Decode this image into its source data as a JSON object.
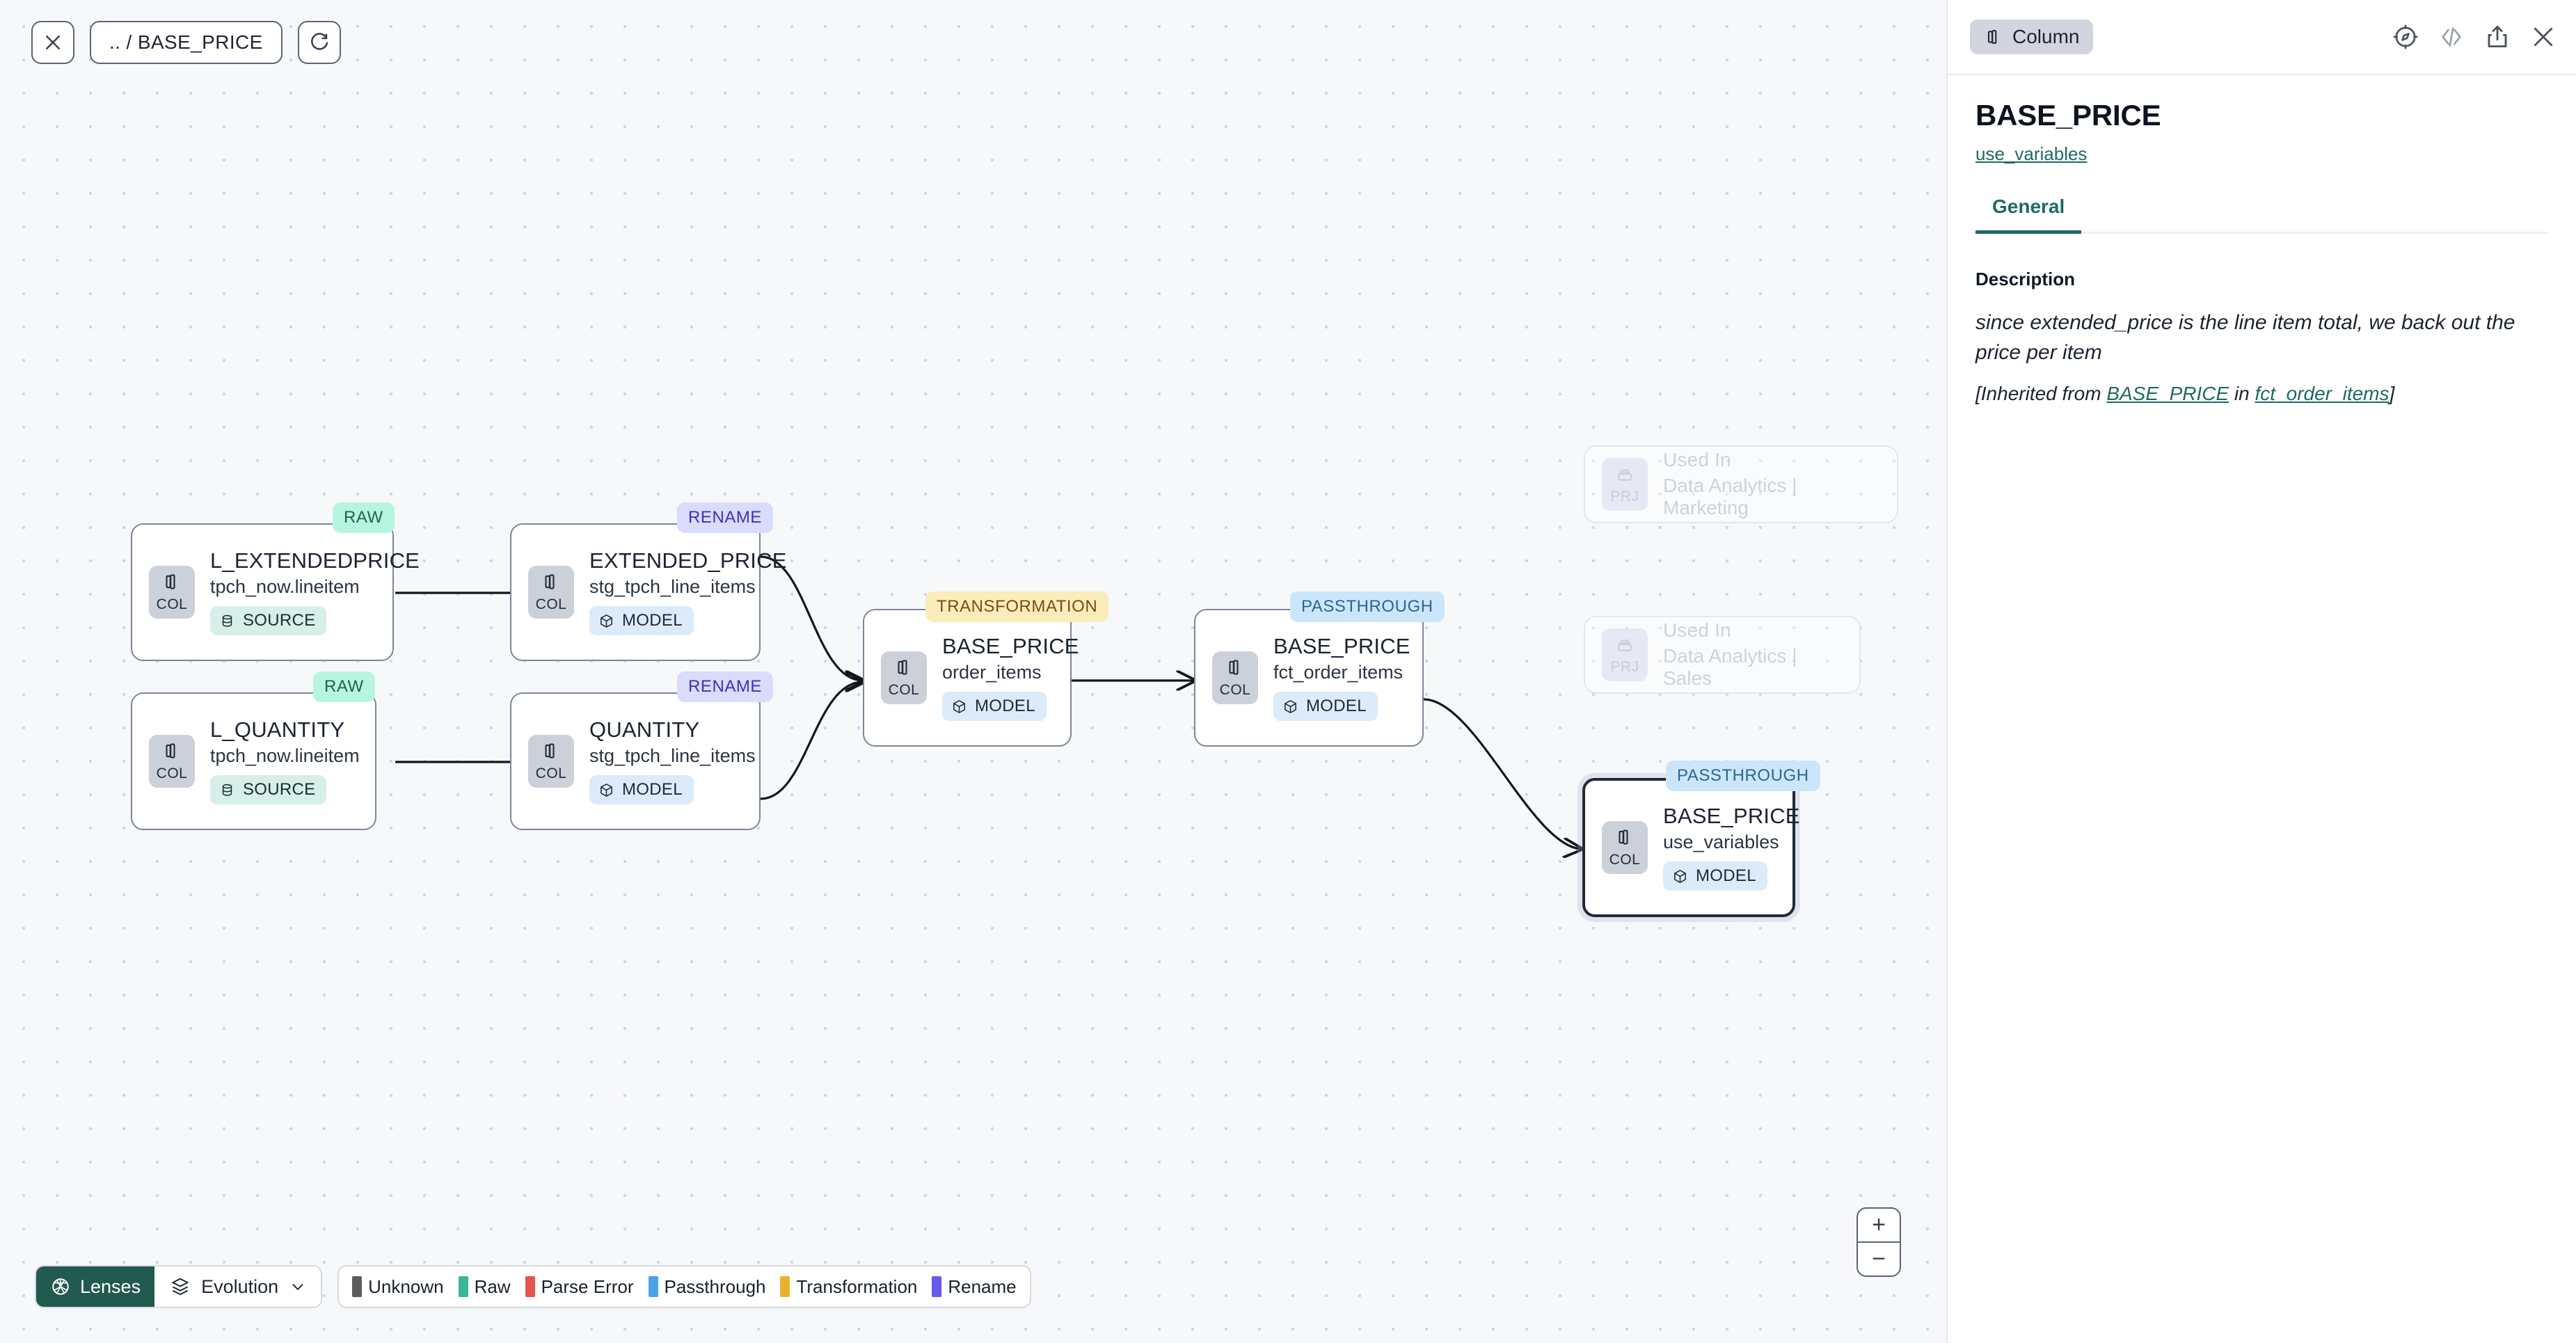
{
  "toolbar": {
    "close_label": "×",
    "breadcrumb": ".. / BASE_PRICE",
    "refresh_label": "refresh"
  },
  "canvas": {
    "nodes": [
      {
        "id": "l_extendedprice",
        "badge": "RAW",
        "badge_kind": "raw",
        "icon_label": "COL",
        "title": "L_EXTENDEDPRICE",
        "subtitle": "tpch_now.lineitem",
        "chip": "SOURCE",
        "chip_kind": "source",
        "selected": false
      },
      {
        "id": "l_quantity",
        "badge": "RAW",
        "badge_kind": "raw",
        "icon_label": "COL",
        "title": "L_QUANTITY",
        "subtitle": "tpch_now.lineitem",
        "chip": "SOURCE",
        "chip_kind": "source",
        "selected": false
      },
      {
        "id": "extended_price",
        "badge": "RENAME",
        "badge_kind": "rename",
        "icon_label": "COL",
        "title": "EXTENDED_PRICE",
        "subtitle": "stg_tpch_line_items",
        "chip": "MODEL",
        "chip_kind": "model",
        "selected": false
      },
      {
        "id": "quantity",
        "badge": "RENAME",
        "badge_kind": "rename",
        "icon_label": "COL",
        "title": "QUANTITY",
        "subtitle": "stg_tpch_line_items",
        "chip": "MODEL",
        "chip_kind": "model",
        "selected": false
      },
      {
        "id": "order_items",
        "badge": "TRANSFORMATION",
        "badge_kind": "transformation",
        "icon_label": "COL",
        "title": "BASE_PRICE",
        "subtitle": "order_items",
        "chip": "MODEL",
        "chip_kind": "model",
        "selected": false
      },
      {
        "id": "fct_order_items",
        "badge": "PASSTHROUGH",
        "badge_kind": "passthrough",
        "icon_label": "COL",
        "title": "BASE_PRICE",
        "subtitle": "fct_order_items",
        "chip": "MODEL",
        "chip_kind": "model",
        "selected": false
      },
      {
        "id": "use_variables",
        "badge": "PASSTHROUGH",
        "badge_kind": "passthrough",
        "icon_label": "COL",
        "title": "BASE_PRICE",
        "subtitle": "use_variables",
        "chip": "MODEL",
        "chip_kind": "model",
        "selected": true
      }
    ],
    "ghost_nodes": [
      {
        "id": "used_in_marketing",
        "icon_label": "PRJ",
        "title": "Used In",
        "subtitle": "Data Analytics | Marketing"
      },
      {
        "id": "used_in_sales",
        "icon_label": "PRJ",
        "title": "Used In",
        "subtitle": "Data Analytics | Sales"
      }
    ],
    "zoom_in_label": "+",
    "zoom_out_label": "−"
  },
  "bottom": {
    "lenses_label": "Lenses",
    "evolution_label": "Evolution",
    "legend": [
      {
        "label": "Unknown",
        "color": "#5c5c5c"
      },
      {
        "label": "Raw",
        "color": "#3cb699"
      },
      {
        "label": "Parse Error",
        "color": "#e3544a"
      },
      {
        "label": "Passthrough",
        "color": "#4aa2e8"
      },
      {
        "label": "Transformation",
        "color": "#edb02e"
      },
      {
        "label": "Rename",
        "color": "#6759f0"
      }
    ]
  },
  "panel": {
    "type_label": "Column",
    "title": "BASE_PRICE",
    "parent_link": "use_variables",
    "tabs": [
      {
        "label": "General",
        "active": true
      }
    ],
    "description_label": "Description",
    "description_text": "since extended_price is the line item total, we back out the price per item",
    "inherited_prefix": "[Inherited from ",
    "inherited_column": "BASE_PRICE",
    "inherited_middle": " in ",
    "inherited_model": "fct_order_items",
    "inherited_suffix": "]"
  },
  "colors": {
    "accent": "#1f6a63",
    "lenses_bg": "#215a4e",
    "selected_border": "#222a38"
  }
}
